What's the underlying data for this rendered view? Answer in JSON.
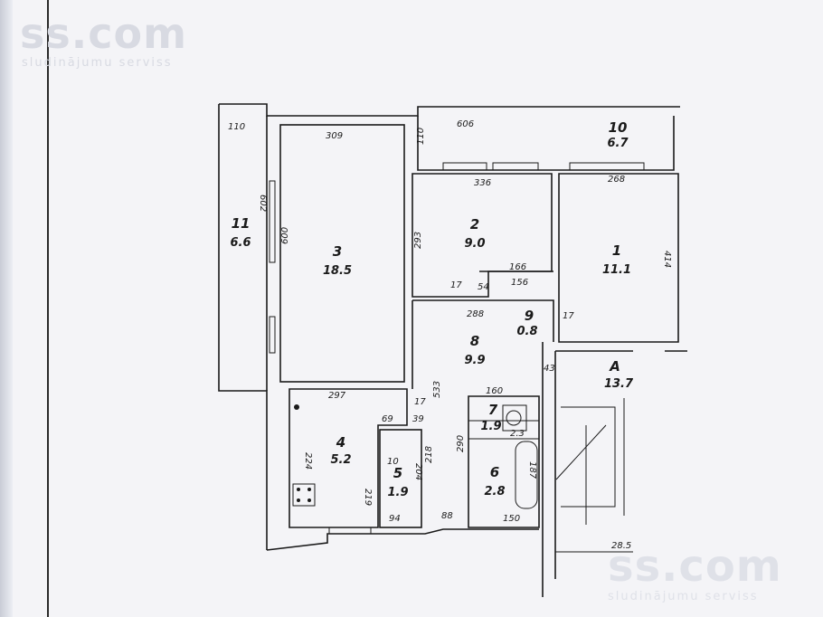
{
  "watermark": {
    "logo": "ss.com",
    "tagline": "sludinājumu serviss"
  },
  "rooms": [
    {
      "id": "1",
      "area": "11.1"
    },
    {
      "id": "2",
      "area": "9.0"
    },
    {
      "id": "3",
      "area": "18.5"
    },
    {
      "id": "4",
      "area": "5.2"
    },
    {
      "id": "5",
      "area": "1.9"
    },
    {
      "id": "6",
      "area": "2.8"
    },
    {
      "id": "7",
      "area": "1.9"
    },
    {
      "id": "8",
      "area": "9.9"
    },
    {
      "id": "9",
      "area": "0.8"
    },
    {
      "id": "10",
      "area": "6.7"
    },
    {
      "id": "11",
      "area": "6.6"
    },
    {
      "id": "A",
      "area": "13.7"
    }
  ],
  "dimensions": {
    "balcony_left_width": "110",
    "room3_width": "309",
    "room3_length": "600",
    "balcony_left_length": "602",
    "balcony_top_width": "606",
    "balcony_top_depth": "110",
    "room2_width": "336",
    "room2_length": "293",
    "room1_width": "268",
    "room1_length": "414",
    "closet_width": "166",
    "closet_inner": "156",
    "corridor_width": "288",
    "door_a": "17",
    "door_b": "54",
    "door_c": "17",
    "door_d": "17",
    "wall_43": "43",
    "room4_width": "297",
    "room4_length": "224",
    "room4_side": "219",
    "corridor_length": "533",
    "wc_width": "69",
    "wc_inner": "39",
    "wc_length": "204",
    "wc_side": "218",
    "wc_door": "10",
    "wc_bottom": "94",
    "hall_bottom": "88",
    "bath_width": "160",
    "bath_length": "290",
    "bath_bottom": "150",
    "tub_length": "187",
    "room7_extra": "2.3",
    "stair_width": "28.5"
  }
}
